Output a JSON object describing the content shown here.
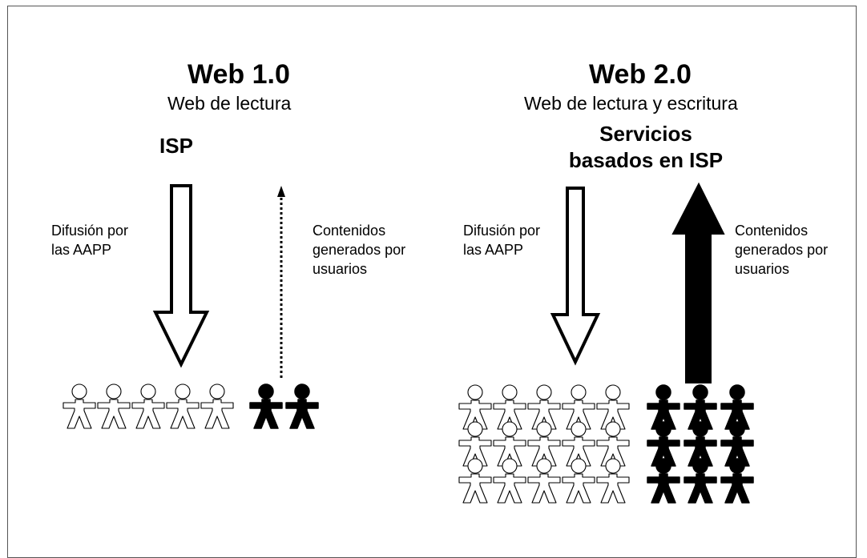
{
  "web1": {
    "title": "Web 1.0",
    "subtitle": "Web de lectura",
    "provider": "ISP",
    "down_label": [
      "Difusión por",
      "las AAPP"
    ],
    "up_label": [
      "Contenidos",
      "generados por",
      "usuarios"
    ],
    "people": {
      "outline_count": 5,
      "filled_count": 2,
      "rows": 1
    }
  },
  "web2": {
    "title": "Web 2.0",
    "subtitle": "Web de lectura y escritura",
    "provider": [
      "Servicios",
      "basados en ISP"
    ],
    "down_label": [
      "Difusión por",
      "las AAPP"
    ],
    "up_label": [
      "Contenidos",
      "generados por",
      "usuarios"
    ],
    "people": {
      "outline_count": 15,
      "filled_count": 9,
      "rows": 3
    }
  },
  "colors": {
    "outline": "#000000",
    "fill": "#000000",
    "background": "#ffffff",
    "border": "#555555"
  },
  "icons": [
    "person-outline-icon",
    "person-filled-icon",
    "hollow-down-arrow-icon",
    "dotted-up-arrow-icon",
    "solid-up-arrow-icon"
  ]
}
